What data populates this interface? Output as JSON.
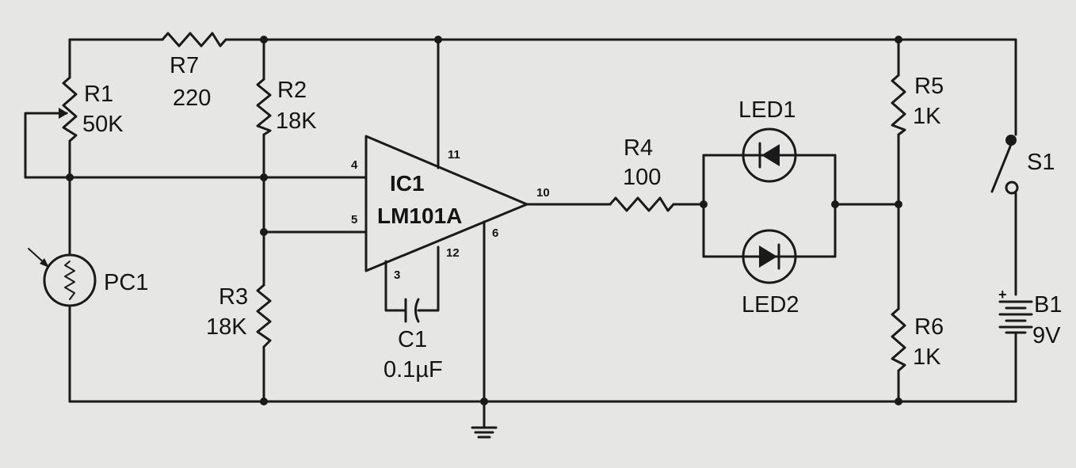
{
  "components": {
    "r1": {
      "ref": "R1",
      "value": "50K"
    },
    "r7": {
      "ref": "R7",
      "value": "220"
    },
    "r2": {
      "ref": "R2",
      "value": "18K"
    },
    "r3": {
      "ref": "R3",
      "value": "18K"
    },
    "pc1": {
      "ref": "PC1"
    },
    "ic1": {
      "ref": "IC1",
      "part": "LM101A"
    },
    "c1": {
      "ref": "C1",
      "value": "0.1µF"
    },
    "r4": {
      "ref": "R4",
      "value": "100"
    },
    "led1": {
      "ref": "LED1"
    },
    "led2": {
      "ref": "LED2"
    },
    "r5": {
      "ref": "R5",
      "value": "1K"
    },
    "r6": {
      "ref": "R6",
      "value": "1K"
    },
    "s1": {
      "ref": "S1"
    },
    "b1": {
      "ref": "B1",
      "value": "9V",
      "polarity": "+"
    }
  },
  "ic_pins": {
    "p4": "4",
    "p5": "5",
    "p11": "11",
    "p10": "10",
    "p6": "6",
    "p3": "3",
    "p12": "12"
  },
  "colors": {
    "ink": "#1a1a1a",
    "paper": "#e6e6e5"
  }
}
